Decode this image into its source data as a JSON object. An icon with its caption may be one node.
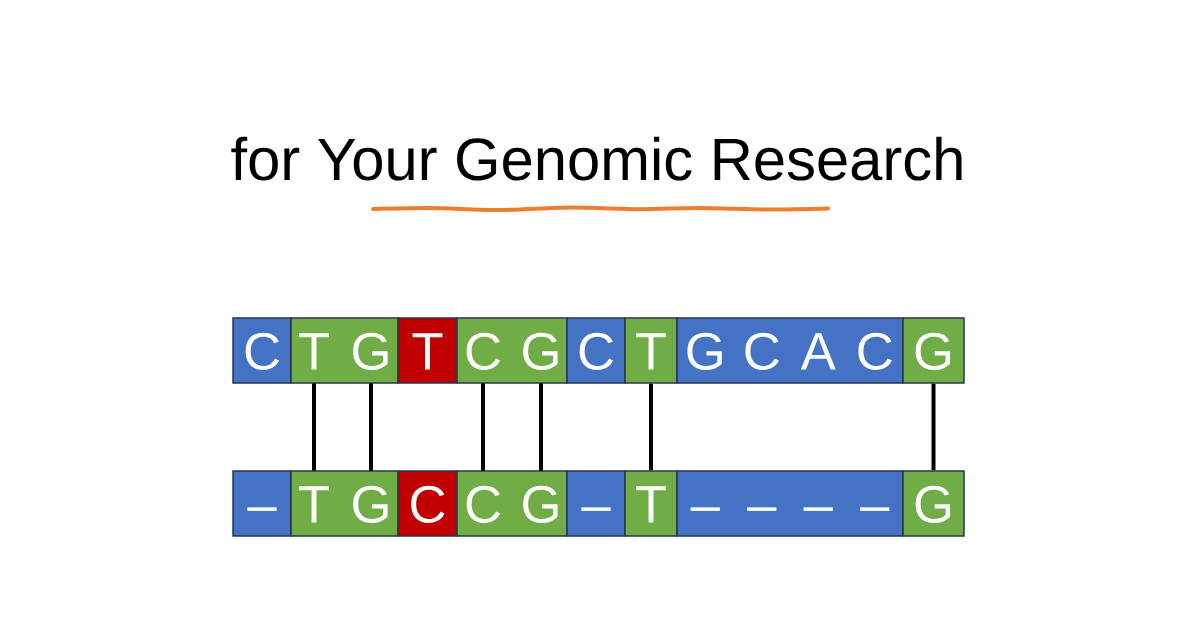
{
  "diagram": {
    "title": "for Your Genomic Research",
    "nodes": [
      {
        "text": [
          "C"
        ]
      },
      {
        "text": [],
        "shape": "box"
      },
      {
        "text": [
          "T"
        ],
        "in": 1
      },
      {
        "text": [
          "G"
        ],
        "in": 1
      },
      {
        "text": [
          "T"
        ]
      },
      {
        "text": [],
        "shape": "box"
      },
      {
        "text": [
          "C"
        ],
        "in": 5
      },
      {
        "text": [
          "G"
        ],
        "in": 5
      },
      {
        "text": [
          "C"
        ]
      },
      {
        "text": [
          "T"
        ]
      },
      {
        "text": [
          "G",
          "C",
          "A",
          "C"
        ]
      },
      {
        "text": [
          "G"
        ]
      },
      {
        "text": [
          "–"
        ]
      },
      {
        "text": [],
        "shape": "box"
      },
      {
        "text": [
          "T"
        ],
        "in": 13
      },
      {
        "text": [
          "G"
        ],
        "in": 13
      },
      {
        "text": [
          "C"
        ]
      },
      {
        "text": [],
        "shape": "box"
      },
      {
        "text": [
          "C"
        ],
        "in": 17
      },
      {
        "text": [
          "G"
        ],
        "in": 17
      },
      {
        "text": [
          "–"
        ]
      },
      {
        "text": [
          "T"
        ]
      },
      {
        "text": [
          "–",
          "–",
          "–",
          "–"
        ]
      },
      {
        "text": [
          "G"
        ]
      }
    ],
    "edges": [
      {
        "from": 2,
        "to": 14,
        "arrow": "none"
      },
      {
        "from": 3,
        "to": 15,
        "arrow": "none"
      },
      {
        "from": 6,
        "to": 18,
        "arrow": "none"
      },
      {
        "from": 7,
        "to": 19,
        "arrow": "none"
      },
      {
        "from": 9,
        "to": 21,
        "arrow": "none"
      },
      {
        "from": 11,
        "to": 23,
        "arrow": "none"
      }
    ]
  }
}
